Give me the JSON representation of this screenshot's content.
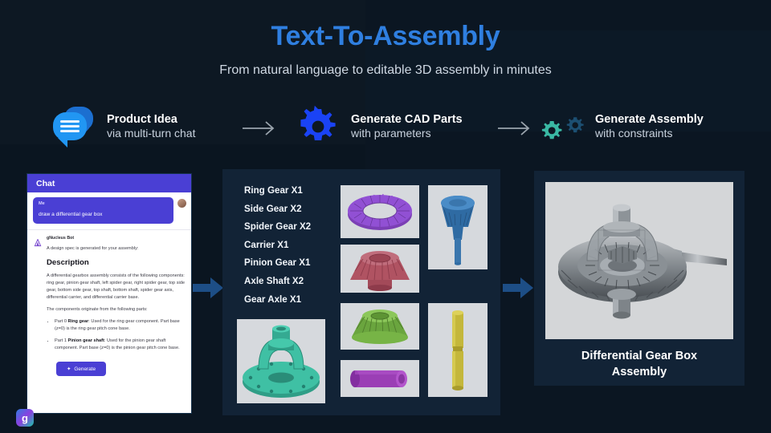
{
  "header": {
    "title": "Text-To-Assembly",
    "subtitle": "From natural language to editable 3D assembly in minutes",
    "title_color": "#2f7fe0"
  },
  "steps": [
    {
      "icon": "chat-bubble-icon",
      "title": "Product Idea",
      "sub": "via multi-turn chat",
      "color": "#2196f3"
    },
    {
      "icon": "gear-icon",
      "title": "Generate CAD Parts",
      "sub": "with parameters",
      "color": "#1a43f5"
    },
    {
      "icon": "double-gear-icon",
      "title": "Generate Assembly",
      "sub": "with constraints",
      "color": "#3ab9a4"
    }
  ],
  "chat": {
    "header_title": "Chat",
    "user_name": "Me",
    "user_message": "draw a differential gear box",
    "bot_name": "gNucleus Bot",
    "bot_intro": "A design spec is generated for your assembly:",
    "bot_heading": "Description",
    "bot_paragraph": "A differential gearbox assembly consists of the following components: ring gear, pinion gear shaft, left spider gear, right spider gear, top side gear, bottom side gear, top shaft, bottom shaft, spider gear axis, differential carrier, and differential carrier base.",
    "bot_parts_intro": "The components originate from the following parts:",
    "bullets": [
      {
        "prefix": "Part 0 ",
        "term": "Ring gear",
        "text": ": Used for the ring gear component. Part base (z=0) is the ring gear pitch cone base."
      },
      {
        "prefix": "Part 1 ",
        "term": "Pinion gear shaft",
        "text": ": Used for the pinion gear shaft component. Part base (z=0) is the pinion gear pitch cone base."
      }
    ],
    "generate_label": "Generate"
  },
  "parts": {
    "list": [
      "Ring Gear X1",
      "Side Gear X2",
      "Spider Gear X2",
      "Carrier X1",
      "Pinion Gear X1",
      "Axle Shaft X2",
      "Gear Axle X1"
    ],
    "thumbnails": [
      {
        "name": "ring-gear-thumbnail",
        "color": "#8b4fc8"
      },
      {
        "name": "side-gear-thumbnail",
        "color": "#c05d6d"
      },
      {
        "name": "spider-gear-thumbnail",
        "color": "#7ab648"
      },
      {
        "name": "gear-axle-thumbnail",
        "color": "#9b3fb5"
      },
      {
        "name": "pinion-gear-shaft-thumbnail",
        "color": "#2f6ba3"
      },
      {
        "name": "axle-shaft-thumbnail",
        "color": "#c4b73b"
      },
      {
        "name": "carrier-thumbnail",
        "color": "#34b39a"
      }
    ]
  },
  "assembly": {
    "caption_line1": "Differential Gear Box",
    "caption_line2": "Assembly"
  },
  "brand": {
    "logo_glyph": "g"
  },
  "colors": {
    "background": "#0b1622",
    "panel": "#122336",
    "accent_blue": "#2f7fe0",
    "arrow": "#1d4e86",
    "chat_purple": "#4a3fd4"
  }
}
